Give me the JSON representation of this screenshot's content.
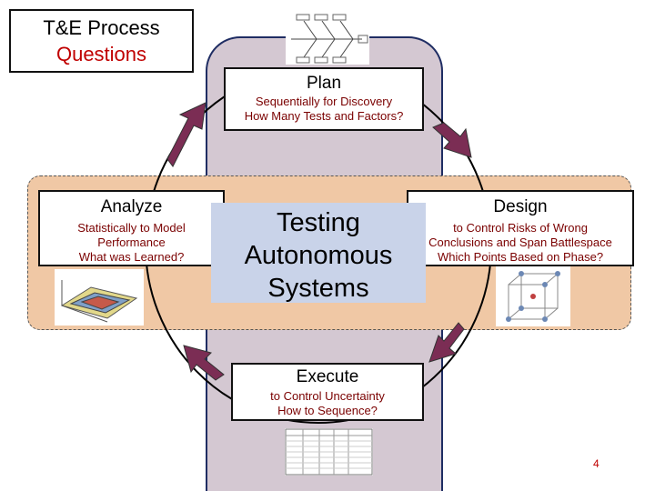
{
  "title": {
    "line1": "T&E Process",
    "line2": "Questions"
  },
  "plan": {
    "heading": "Plan",
    "line1": "Sequentially for Discovery",
    "line2": "How Many Tests and Factors?"
  },
  "analyze": {
    "heading": "Analyze",
    "line1": "Statistically to Model",
    "line2": "Performance",
    "line3": "What was Learned?"
  },
  "design": {
    "heading": "Design",
    "line1": "to Control Risks of Wrong",
    "line2": "Conclusions and Span Battlespace",
    "line3": "Which Points Based on Phase?"
  },
  "execute": {
    "heading": "Execute",
    "line1": "to Control Uncertainty",
    "line2": "How to Sequence?"
  },
  "center": {
    "line1": "Testing",
    "line2": "Autonomous",
    "line3": "Systems"
  },
  "page_number": "4",
  "colors": {
    "title_red": "#c00000",
    "subtext": "#7a0000",
    "arrow": "#7b2d54",
    "vertical_band": "#d4c8d2",
    "horizontal_band": "#f0c8a5",
    "center_box": "#c9d3e9"
  }
}
